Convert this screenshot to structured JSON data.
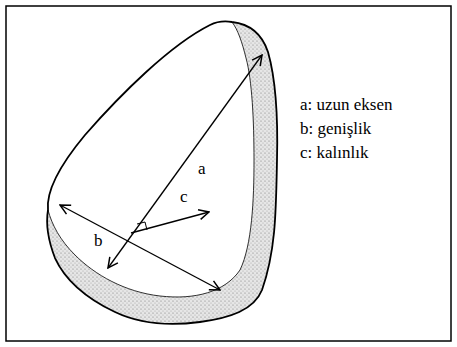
{
  "diagram": {
    "labels": [
      "a",
      "b",
      "c",
      "a: uzun eksen",
      "b: genişlik",
      "c: kalınlık"
    ]
  }
}
